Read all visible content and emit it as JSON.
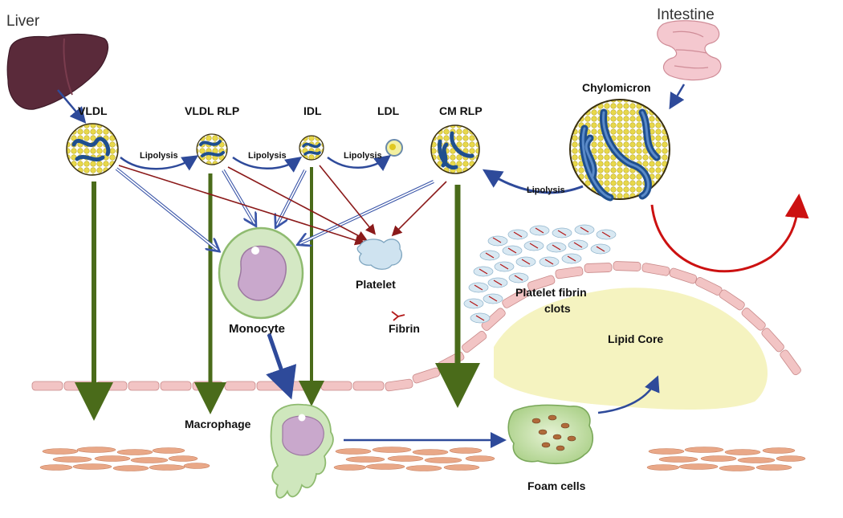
{
  "organs": {
    "liver": "Liver",
    "intestine": "Intestine"
  },
  "particles": {
    "vldl": "VLDL",
    "vldl_rlp": "VLDL RLP",
    "idl": "IDL",
    "ldl": "LDL",
    "cm_rlp": "CM RLP",
    "chylomicron": "Chylomicron"
  },
  "process": {
    "lipolysis_1": "Lipolysis",
    "lipolysis_2": "Lipolysis",
    "lipolysis_3": "Lipolysis",
    "lipolysis_4": "Lipolysis"
  },
  "cells": {
    "monocyte": "Monocyte",
    "platelet": "Platelet",
    "fibrin": "Fibrin",
    "macrophage": "Macrophage",
    "foam_cells": "Foam cells"
  },
  "plaque": {
    "clots_line1": "Platelet fibrin",
    "clots_line2": "clots",
    "lipid_core": "Lipid Core"
  },
  "colors": {
    "blue_arrow": "#2e4a9a",
    "red_arrow": "#8b1a1a",
    "green_arrow": "#4a6b1a",
    "liver": "#5a2a3a",
    "lipid_core": "#f5f3c0",
    "endothelium": "#f2c4c4"
  }
}
